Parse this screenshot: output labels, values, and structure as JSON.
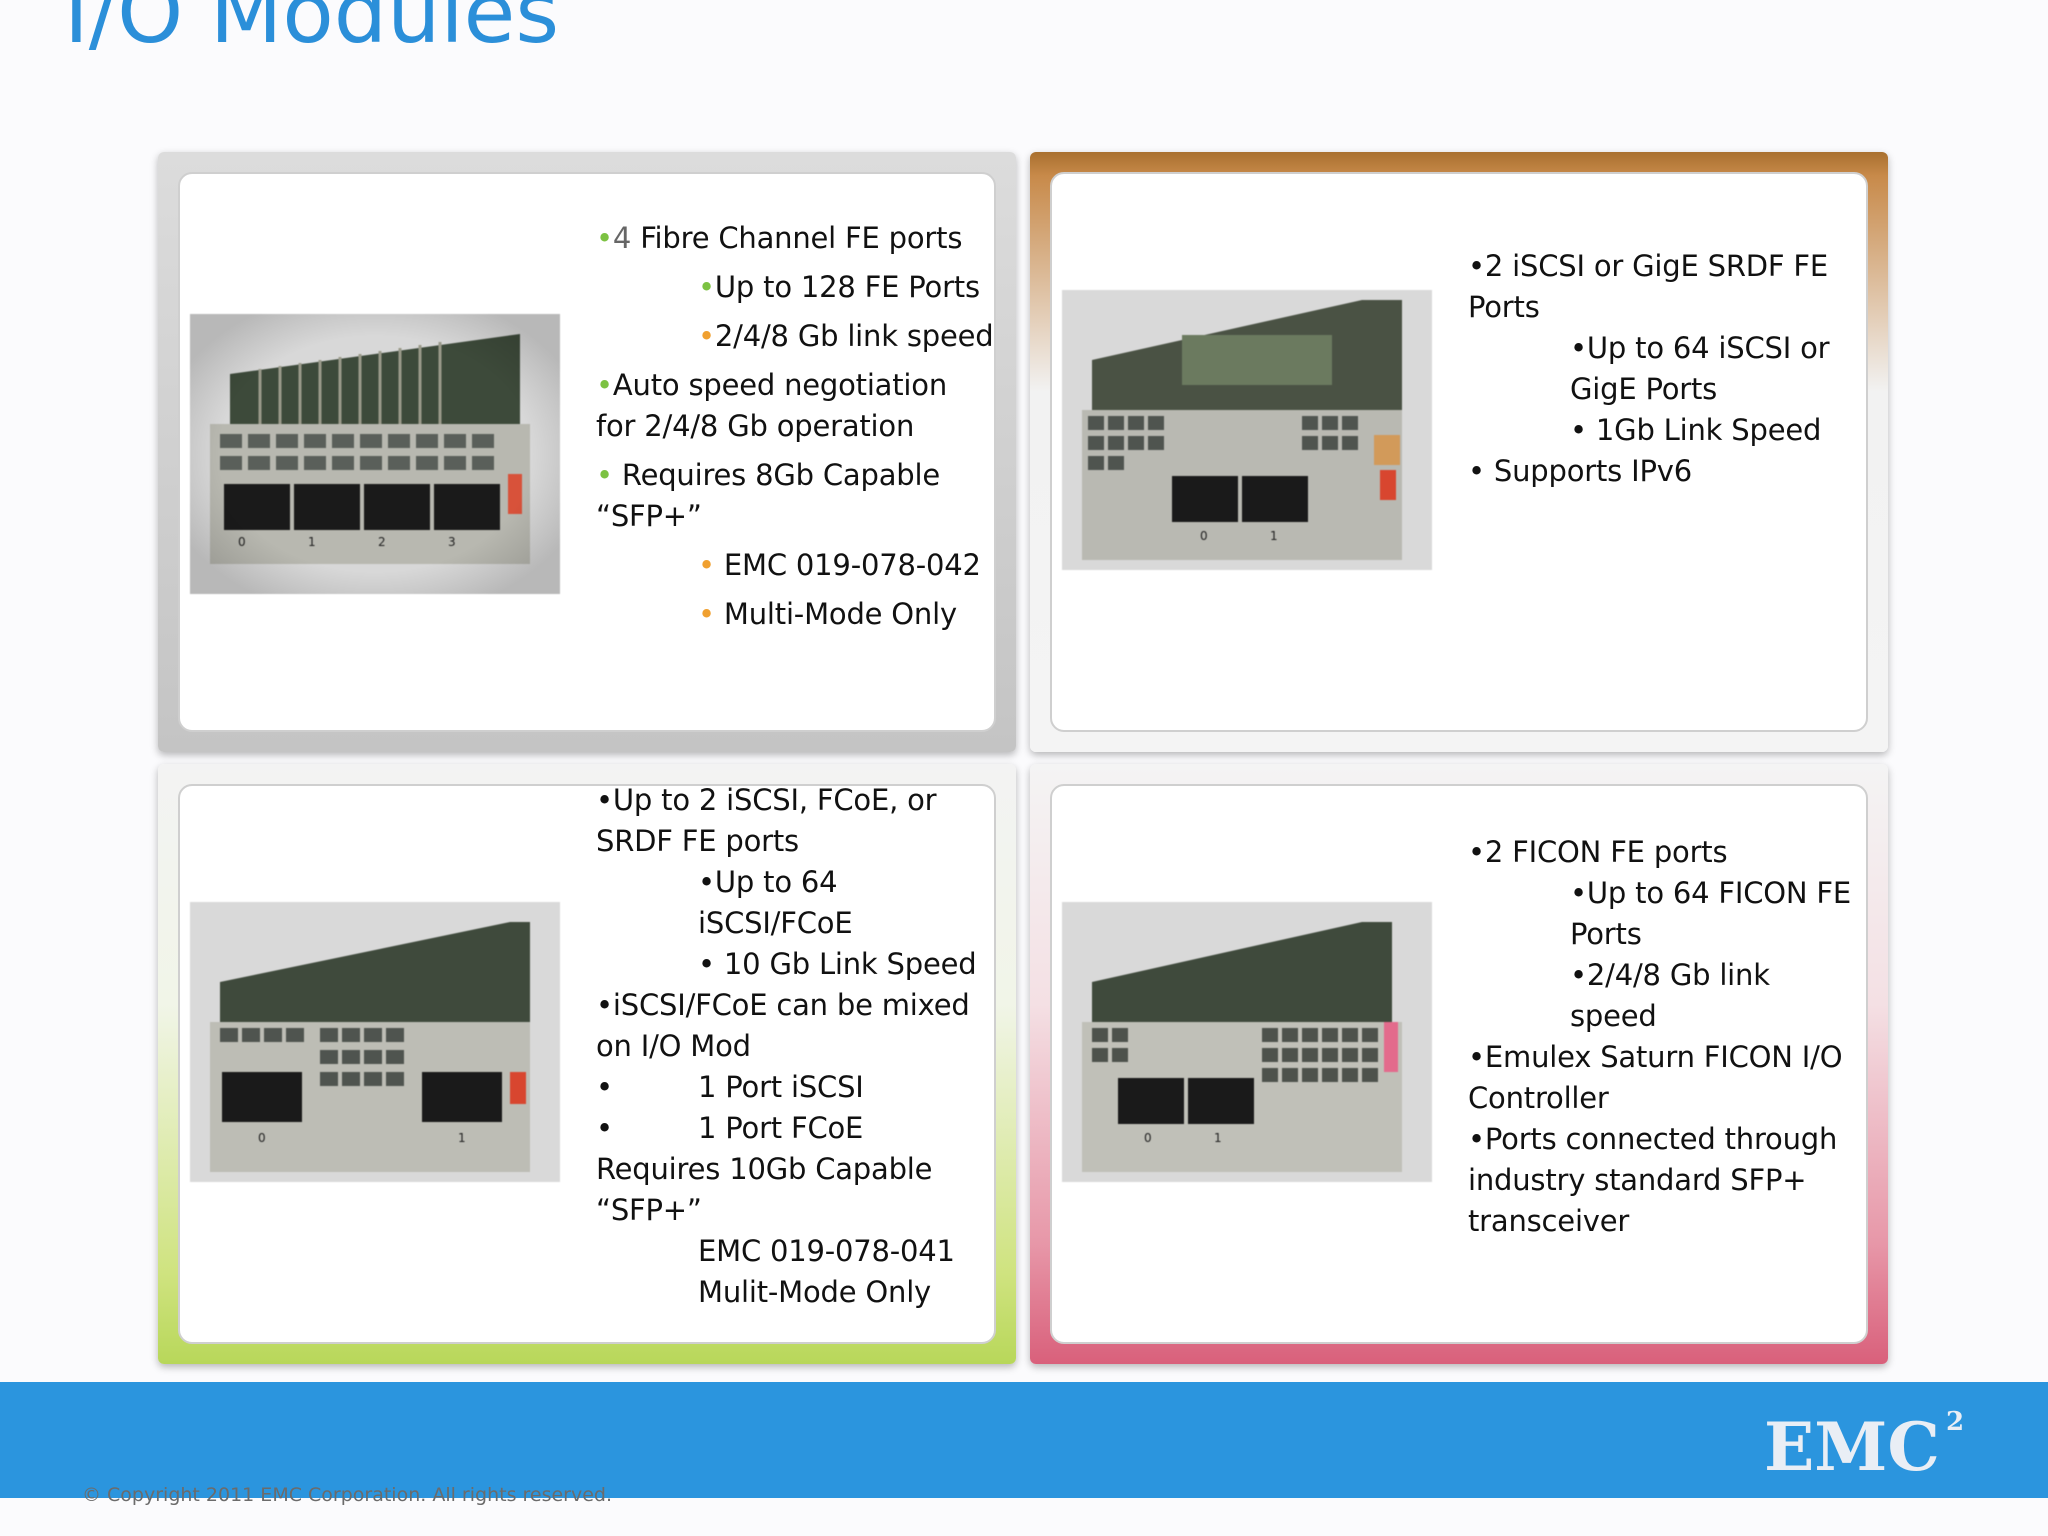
{
  "title": "I/O Modules",
  "panels": [
    {
      "lines": [
        {
          "bullet": "•",
          "lead": "4",
          "text": " Fibre Channel FE ports"
        },
        {
          "bullet": "•",
          "text": "Up to 128 FE Ports"
        },
        {
          "bullet": "•",
          "text": "2/4/8 Gb link speed"
        },
        {
          "bullet": "•",
          "text": "Auto speed negotiation"
        },
        {
          "text": "for 2/4/8 Gb operation"
        },
        {
          "bullet": "•",
          "text": " Requires 8Gb Capable"
        },
        {
          "text": "“SFP+”"
        },
        {
          "bullet": "•",
          "text": " EMC 019-078-042"
        },
        {
          "bullet": "•",
          "text": " Multi-Mode Only"
        }
      ]
    },
    {
      "lines": [
        {
          "text": "•2 iSCSI or GigE SRDF FE"
        },
        {
          "text": "Ports"
        },
        {
          "text": "•Up to 64 iSCSI or"
        },
        {
          "text": "GigE Ports"
        },
        {
          "text": "• 1Gb Link Speed"
        },
        {
          "text": "• Supports IPv6"
        }
      ]
    },
    {
      "lines": [
        {
          "text": "•Up to 2 iSCSI, FCoE, or"
        },
        {
          "text": "SRDF FE ports"
        },
        {
          "text": "•Up to 64"
        },
        {
          "text": "iSCSI/FCoE"
        },
        {
          "text": "• 10 Gb Link Speed"
        },
        {
          "text": "•iSCSI/FCoE can be mixed"
        },
        {
          "text": "on I/O Mod"
        },
        {
          "bullet": "•",
          "text": "1 Port iSCSI"
        },
        {
          "bullet": "•",
          "text": "1 Port FCoE"
        },
        {
          "text": "Requires 10Gb Capable"
        },
        {
          "text": "“SFP+”"
        },
        {
          "text": "EMC 019-078-041"
        },
        {
          "text": "Mulit-Mode Only"
        }
      ]
    },
    {
      "lines": [
        {
          "text": "•2 FICON FE ports"
        },
        {
          "text": "•Up to 64 FICON FE"
        },
        {
          "text": "Ports"
        },
        {
          "text": "•2/4/8 Gb link"
        },
        {
          "text": "speed"
        },
        {
          "text": "•Emulex Saturn FICON I/O"
        },
        {
          "text": "Controller"
        },
        {
          "text": "•Ports connected through"
        },
        {
          "text": "industry standard SFP+"
        },
        {
          "text": "transceiver"
        }
      ]
    }
  ],
  "port_labels": {
    "p1": [
      "0",
      "1",
      "2",
      "3"
    ],
    "p2": [
      "0",
      "1"
    ],
    "p3": [
      "0",
      "1"
    ],
    "p4": [
      "0",
      "1"
    ]
  },
  "footer": {
    "copyright": "© Copyright 2011 EMC Corporation. All rights reserved.",
    "logo_text": "EMC",
    "logo_sup": "2"
  },
  "colors": {
    "title": "#2b8fd9",
    "footer": "#2b95de",
    "bullet_green": "#7cc242",
    "bullet_orange": "#f0a030"
  }
}
